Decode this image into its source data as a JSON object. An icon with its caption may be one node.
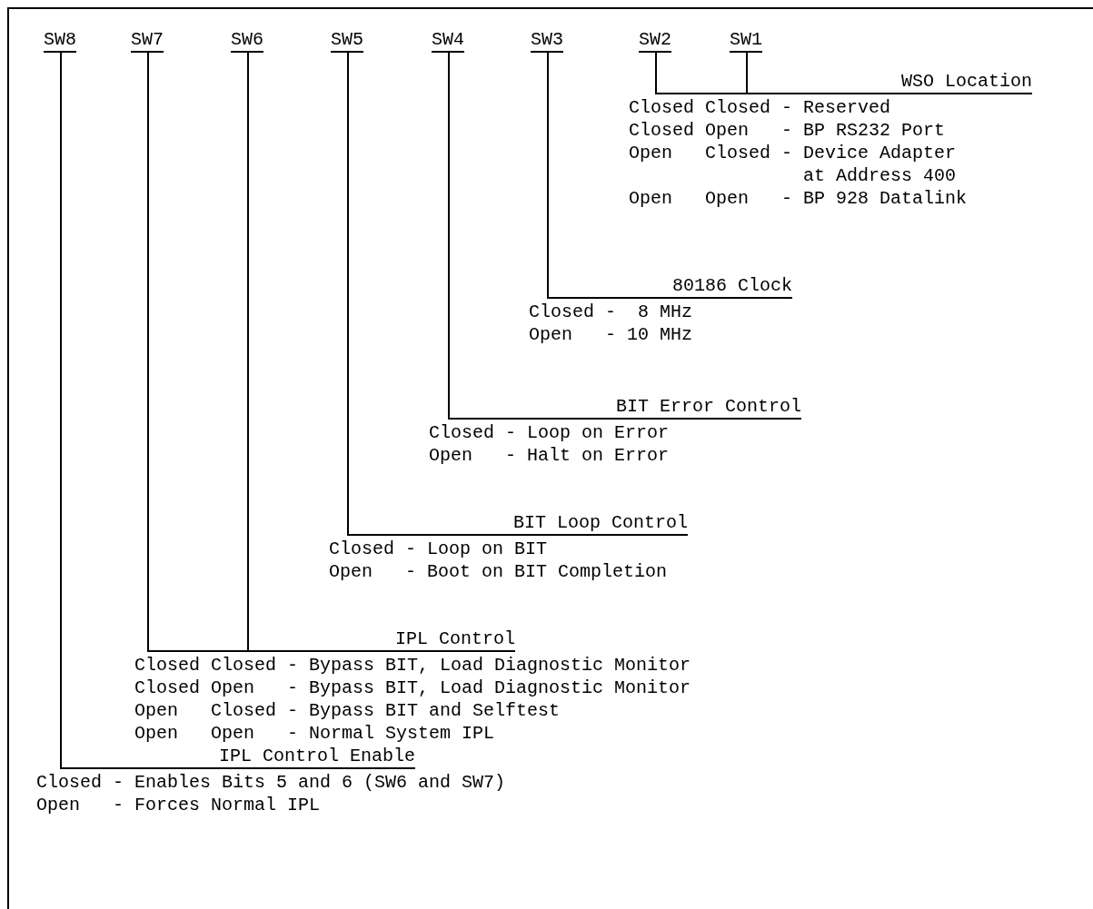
{
  "diagram": {
    "nodes": [
      {
        "text": [
          "SW8"
        ]
      },
      {
        "text": [
          "SW7"
        ]
      },
      {
        "text": [
          "SW6"
        ]
      },
      {
        "text": [
          "SW5"
        ]
      },
      {
        "text": [
          "SW4"
        ]
      },
      {
        "text": [
          "SW3"
        ]
      },
      {
        "text": [
          "SW2"
        ]
      },
      {
        "text": [
          "SW1"
        ]
      },
      {
        "text": [
          "WSO Location",
          "Closed Closed - Reserved",
          "Closed Open   - BP RS232 Port",
          "Open   Closed - Device Adapter at Address 400",
          "Open   Open   - BP 928 Datalink"
        ]
      },
      {
        "text": [
          "80186 Clock",
          "Closed -  8 MHz",
          "Open   - 10 MHz"
        ]
      },
      {
        "text": [
          "BIT Error Control",
          "Closed - Loop on Error",
          "Open   - Halt on Error"
        ]
      },
      {
        "text": [
          "BIT Loop Control",
          "Closed - Loop on BIT",
          "Open   - Boot on BIT Completion"
        ]
      },
      {
        "text": [
          "IPL Control",
          "Closed Closed - Bypass BIT, Load Diagnostic Monitor",
          "Closed Open   - Bypass BIT, Load Diagnostic Monitor",
          "Open   Closed - Bypass BIT and Selftest",
          "Open   Open   - Normal System IPL"
        ]
      },
      {
        "text": [
          "IPL Control Enable",
          "Closed - Enables Bits 5 and 6 (SW6 and SW7)",
          "Open   - Forces Normal IPL"
        ]
      }
    ],
    "edges": [
      {
        "from": 0,
        "to": 13,
        "arrow": "none"
      },
      {
        "from": 1,
        "to": 12,
        "arrow": "none"
      },
      {
        "from": 2,
        "to": 12,
        "arrow": "none"
      },
      {
        "from": 3,
        "to": 11,
        "arrow": "none"
      },
      {
        "from": 4,
        "to": 10,
        "arrow": "none"
      },
      {
        "from": 5,
        "to": 9,
        "arrow": "none"
      },
      {
        "from": 6,
        "to": 8,
        "arrow": "none"
      },
      {
        "from": 7,
        "to": 8,
        "arrow": "none"
      }
    ]
  }
}
